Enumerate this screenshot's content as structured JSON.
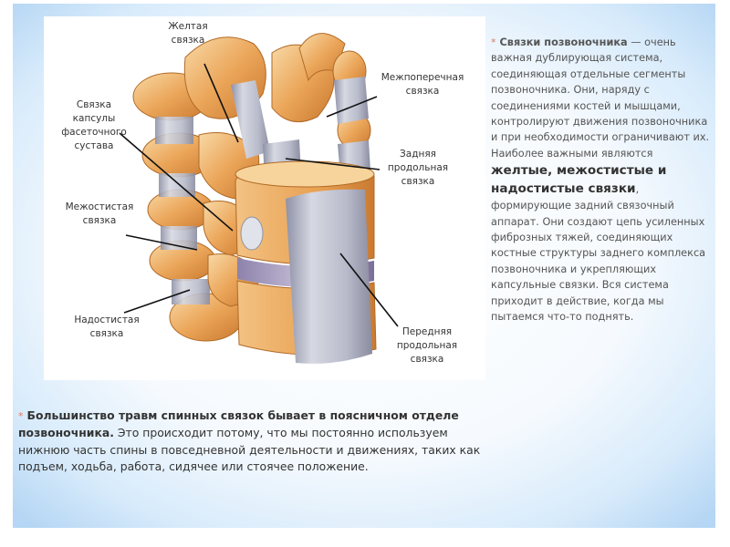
{
  "figure": {
    "labels": {
      "yellow_ligament": "Желтая\nсвязка",
      "facet_capsule_ligament": "Связка\nкапсулы\nфасеточного\nсустава",
      "interspinous_ligament": "Межостистая\nсвязка",
      "supraspinous_ligament": "Надостистая\nсвязка",
      "intertransverse_ligament": "Межпоперечная\nсвязка",
      "posterior_longitudinal_ligament": "Задняя\nпродольная\nсвязка",
      "anterior_longitudinal_ligament": "Передняя\nпродольная\nсвязка"
    }
  },
  "right_block": {
    "bullet": "*",
    "lead": "Связки позвоночника",
    "text1": " — очень важная дублирующая система, соединяющая отдельные сегменты позвоночника. Они, наряду с соединениями костей и мышцами, контролируют движения позвоночника и при необходимости ограничивают их. Наиболее важными являются ",
    "emphasis": "желтые, межостистые и надостистые связки",
    "text2": ", формирующие задний связочный аппарат. Они создают цепь усиленных фиброзных тяжей, соединяющих костные структуры заднего комплекса позвоночника и укрепляющих капсульные связки. Вся система приходит в действие, когда мы пытаемся что-то поднять."
  },
  "bottom_block": {
    "bullet": "*",
    "lead": "Большинство травм спинных связок бывает в поясничном отделе позвоночника.",
    "text": " Это происходит потому, что мы постоянно используем нижнюю часть спины в повседневной деятельности и движениях, таких как подъем, ходьба, работа, сидячее или стоячее положение."
  },
  "colors": {
    "bone": "#e8a257",
    "bone_light": "#f6cf93",
    "ligament": "#b9bccc",
    "disc": "#9c92b6",
    "background_edge": "#b5d6f4",
    "bullet": "#e07a5f"
  }
}
